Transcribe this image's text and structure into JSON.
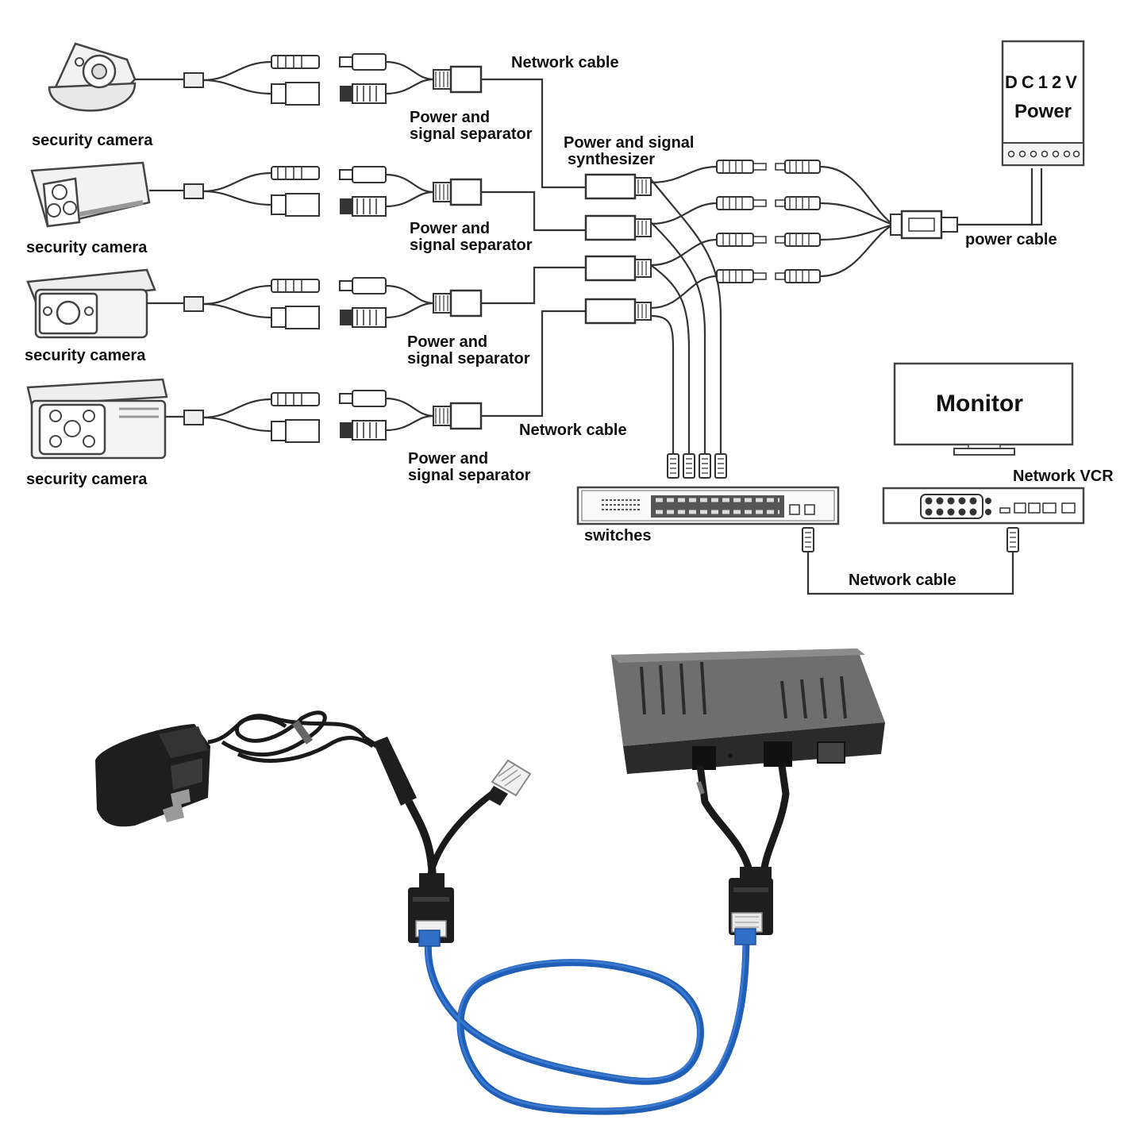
{
  "labels": {
    "camera": "security camera",
    "network_cable": "Network cable",
    "separator_line1": "Power and",
    "separator_line2": "signal separator",
    "synthesizer_line1": "Power and signal",
    "synthesizer_line2": "synthesizer",
    "power_supply_line1": "DC12V",
    "power_supply_line2": "Power",
    "power_cable": "power cable",
    "monitor": "Monitor",
    "network_vcr": "Network VCR",
    "switches": "switches"
  },
  "colors": {
    "line": "#333333",
    "ethernet_cable": "#1f5fb8",
    "adapter_body": "#1e1e1e",
    "box_body": "#5c5c5c"
  },
  "icons": [
    "dome-camera-icon",
    "bullet-camera-icon",
    "box-camera-icon",
    "power-supply-icon",
    "monitor-icon",
    "nvr-icon",
    "network-switch-icon",
    "power-adapter-icon",
    "poe-splitter-icon",
    "rj45-plug-icon"
  ]
}
